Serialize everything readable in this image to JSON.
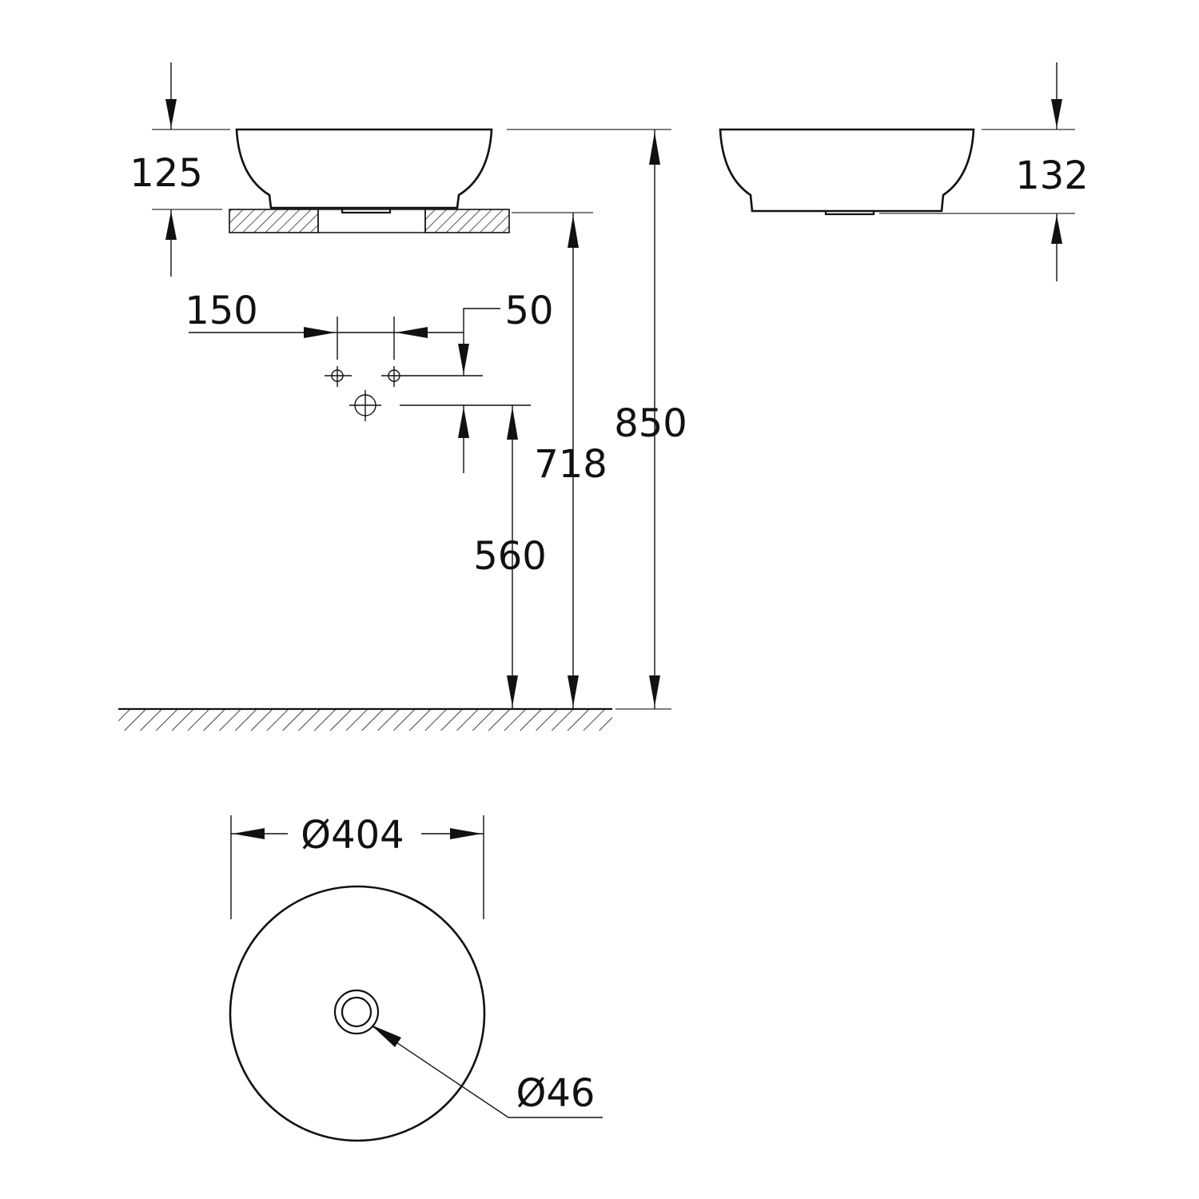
{
  "dimensions": {
    "bowl_height_front": "125",
    "bowl_height_side": "132",
    "tap_hole_spacing": "150",
    "tap_hole_vertical_offset": "50",
    "overall_height": "850",
    "countertop_height": "718",
    "waste_height": "560",
    "bowl_diameter": "Ø404",
    "waste_diameter": "Ø46"
  },
  "views": [
    "front-elevation",
    "side-elevation",
    "wall-fixing-plan",
    "top-plan"
  ],
  "colors": {
    "line": "#111111",
    "background": "#ffffff"
  }
}
